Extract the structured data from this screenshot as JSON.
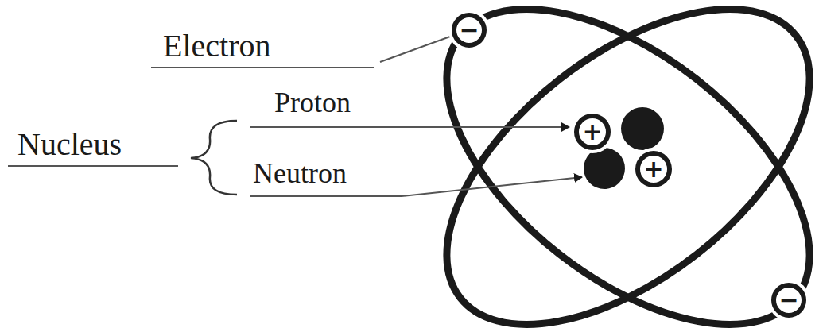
{
  "diagram": {
    "nodes": [
      {
        "text": [
          "−"
        ]
      },
      {
        "text": [
          "+"
        ]
      },
      {
        "text": [
          "+"
        ]
      },
      {
        "text": [
          "−"
        ]
      }
    ],
    "labels": [
      "Electron",
      "Proton",
      "Nucleus",
      "Neutron"
    ]
  }
}
